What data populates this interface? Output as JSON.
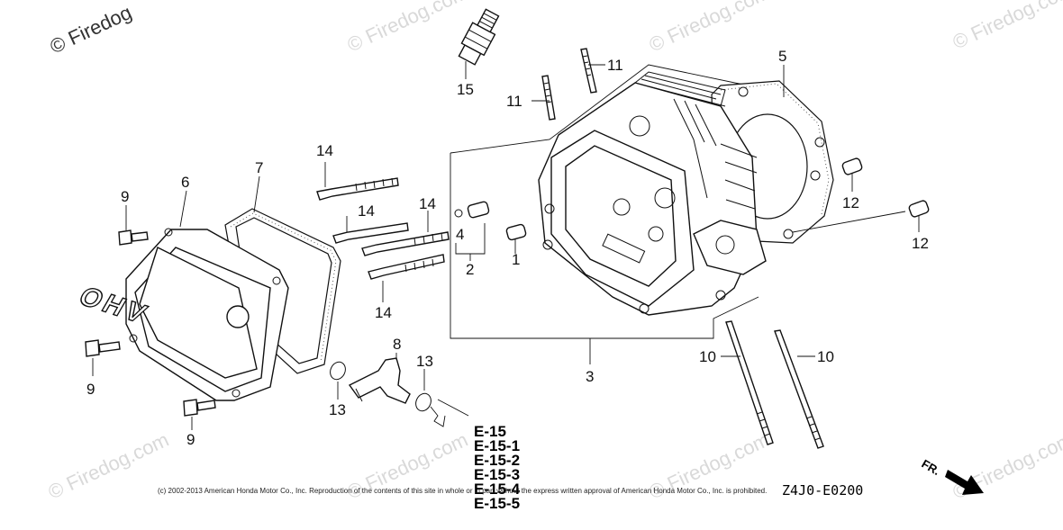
{
  "watermark": {
    "main": "© Firedog",
    "faint": "© Firedog.com"
  },
  "callouts": [
    {
      "id": "c1",
      "text": "1"
    },
    {
      "id": "c2",
      "text": "2"
    },
    {
      "id": "c3",
      "text": "3"
    },
    {
      "id": "c4",
      "text": "4"
    },
    {
      "id": "c5",
      "text": "5"
    },
    {
      "id": "c6",
      "text": "6"
    },
    {
      "id": "c7",
      "text": "7"
    },
    {
      "id": "c8",
      "text": "8"
    },
    {
      "id": "c9a",
      "text": "9"
    },
    {
      "id": "c9b",
      "text": "9"
    },
    {
      "id": "c9c",
      "text": "9"
    },
    {
      "id": "c10a",
      "text": "10"
    },
    {
      "id": "c10b",
      "text": "10"
    },
    {
      "id": "c11a",
      "text": "11"
    },
    {
      "id": "c11b",
      "text": "11"
    },
    {
      "id": "c12a",
      "text": "12"
    },
    {
      "id": "c12b",
      "text": "12"
    },
    {
      "id": "c13a",
      "text": "13"
    },
    {
      "id": "c13b",
      "text": "13"
    },
    {
      "id": "c14a",
      "text": "14"
    },
    {
      "id": "c14b",
      "text": "14"
    },
    {
      "id": "c14c",
      "text": "14"
    },
    {
      "id": "c14d",
      "text": "14"
    },
    {
      "id": "c15",
      "text": "15"
    }
  ],
  "references": [
    "E-15",
    "E-15-1",
    "E-15-2",
    "E-15-3",
    "E-15-4",
    "E-15-5"
  ],
  "cover_lettering": "OHV",
  "diagram_code": "Z4J0-E0200",
  "direction_label": "FR.",
  "copyright": "(c) 2002-2013 American Honda Motor Co., Inc. Reproduction of the contents of this site in whole or in part without the express written approval of American Honda Motor Co., Inc. is prohibited."
}
